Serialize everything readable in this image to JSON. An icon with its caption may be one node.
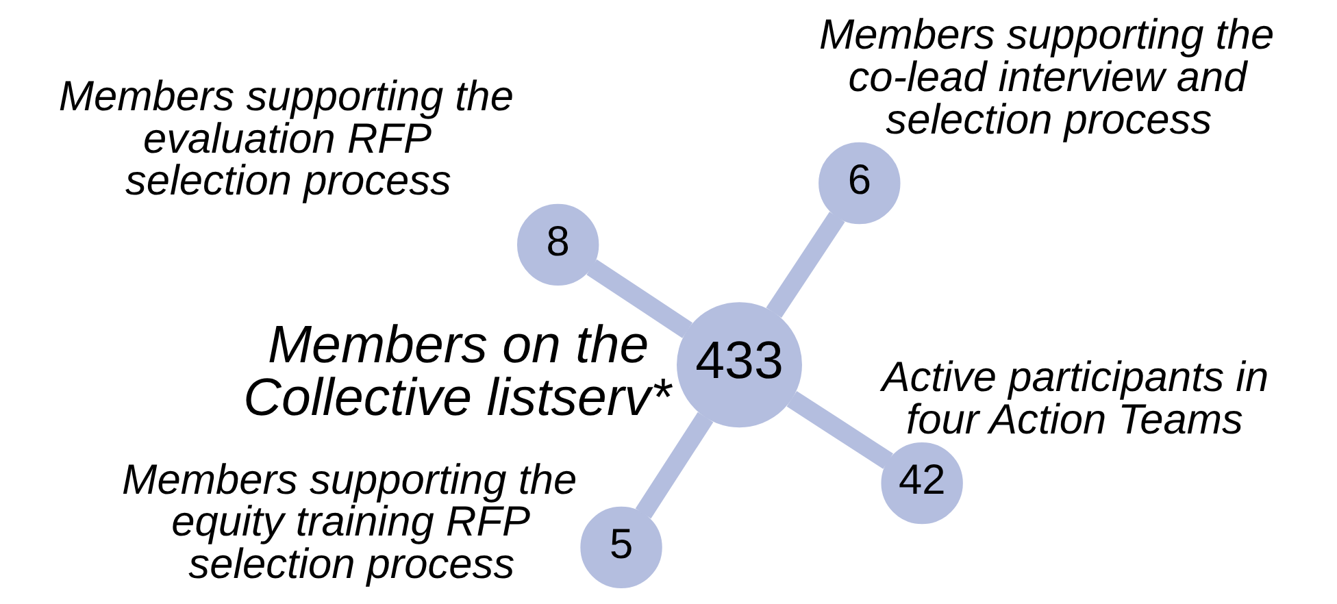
{
  "diagram": {
    "nodes": [
      {
        "text": [
          "433"
        ],
        "beside": [
          "Members on the Collective listserv*"
        ]
      },
      {
        "text": [
          "42"
        ],
        "beside": [
          "Active participants in four Action Teams"
        ]
      },
      {
        "text": [
          "5"
        ],
        "beside": [
          "Members supporting the equity training RFP selection process"
        ]
      },
      {
        "text": [
          "8"
        ],
        "beside": [
          "Members supporting the evaluation RFP selection process"
        ]
      },
      {
        "text": [
          "6"
        ],
        "beside": [
          "Members supporting the co-lead interview and selection process"
        ]
      }
    ],
    "edges": [
      {
        "from": 0,
        "to": 1,
        "arrow": "none"
      },
      {
        "from": 0,
        "to": 2,
        "arrow": "none"
      },
      {
        "from": 0,
        "to": 3,
        "arrow": "none"
      },
      {
        "from": 0,
        "to": 4,
        "arrow": "none"
      }
    ]
  }
}
